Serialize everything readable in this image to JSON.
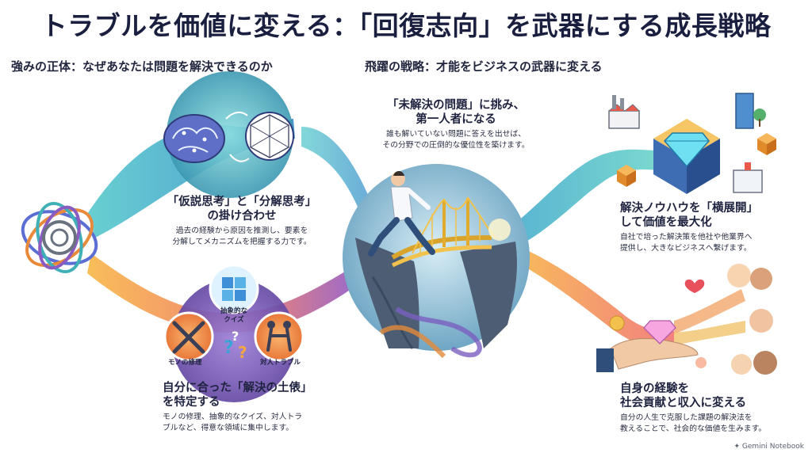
{
  "title": "トラブルを価値に変える：「回復志向」を武器にする成長戦略",
  "left_section": "強みの正体：なぜあなたは問題を解決できるのか",
  "right_section": "飛躍の戦略：才能をビジネスの武器に変える",
  "blocks": {
    "thinking": {
      "heading_1": "「仮説思考」と「分解思考」",
      "heading_2": "の掛け合わせ",
      "body_1": "過去の経験から原因を推測し、要素を",
      "body_2": "分解してメカニズムを把握する力です。"
    },
    "field": {
      "heading_1": "自分に合った「解決の土俵」",
      "heading_2": "を特定する",
      "body_1": "モノの修理、抽象的なクイズ、対人トラ",
      "body_2": "ブルなど、得意な領域に集中します。"
    },
    "unsolved": {
      "heading_1": "「未解決の問題」に挑み、",
      "heading_2": "第一人者になる",
      "body_1": "誰も解いていない問題に答えを出せば、",
      "body_2": "その分野での圧倒的な優位性を築けます。"
    },
    "expand": {
      "heading_1": "解決ノウハウを「横展開」",
      "heading_2": "して価値を最大化",
      "body_1": "自社で培った解決策を他社や他業界へ",
      "body_2": "提供し、大きなビジネスへ繋げます。"
    },
    "contribute": {
      "heading_1": "自身の経験を",
      "heading_2": "社会貢献と収入に変える",
      "body_1": "自分の人生で克服した課題の解決法を",
      "body_2": "教えることで、社会的な価値を生みます。"
    }
  },
  "circle_labels": {
    "abstract_quiz_1": "抽象的な",
    "abstract_quiz_2": "クイズ",
    "repair": "モノの修理",
    "interpersonal": "対人トラブル"
  },
  "watermark": "Gemini Notebook",
  "colors": {
    "title": "#1a1e3f",
    "teal": "#3fb8c9",
    "orange": "#f39a3a",
    "purple": "#7a4fb3",
    "gold": "#f2c14e"
  }
}
